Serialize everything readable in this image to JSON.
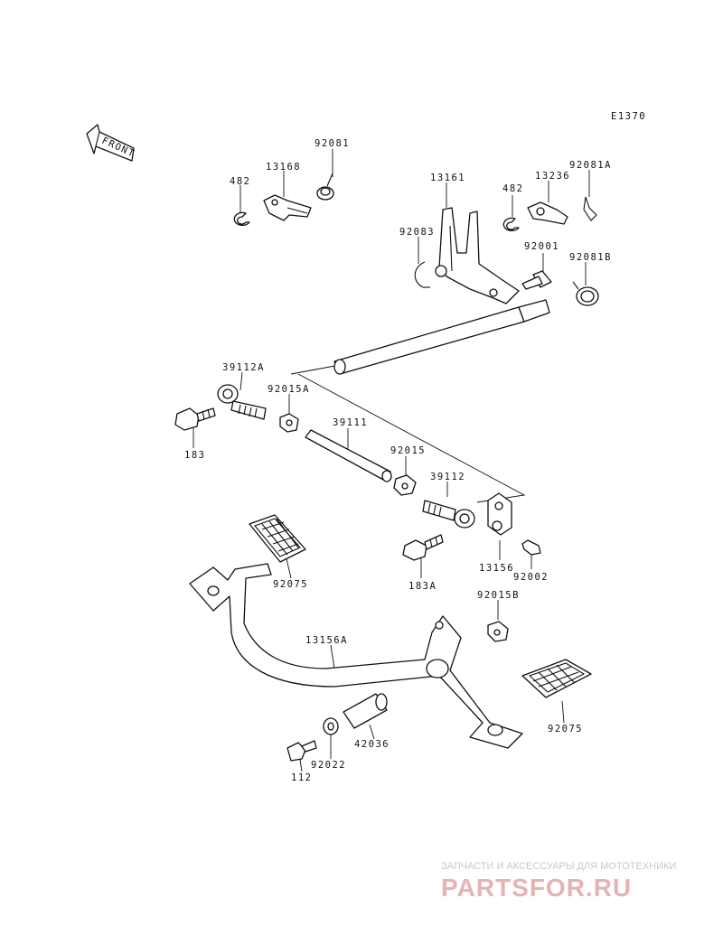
{
  "diagram": {
    "code": "E1370",
    "front_arrow": "FRONT",
    "colors": {
      "line": "#111111",
      "watermark_tag": "#c8c8c8",
      "watermark_brand": "#e6b3b3"
    },
    "labels": {
      "p482a": "482",
      "p13168": "13168",
      "p92081": "92081",
      "p13161": "13161",
      "p92083": "92083",
      "p482b": "482",
      "p13236": "13236",
      "p92081a": "92081A",
      "p92001": "92001",
      "p92081b": "92081B",
      "p39112a": "39112A",
      "p92015a": "92015A",
      "p183": "183",
      "p39111": "39111",
      "p92015": "92015",
      "p39112": "39112",
      "p183a": "183A",
      "p13156": "13156",
      "p92002": "92002",
      "p92015b": "92015B",
      "p92075a": "92075",
      "p92075b": "92075",
      "p13156a": "13156A",
      "p42036": "42036",
      "p92022": "92022",
      "p112": "112"
    }
  },
  "watermark": {
    "tagline": "ЗАПЧАСТИ И АКСЕССУАРЫ ДЛЯ МОТОТЕХНИКИ",
    "brand": "PARTSFOR.RU"
  }
}
